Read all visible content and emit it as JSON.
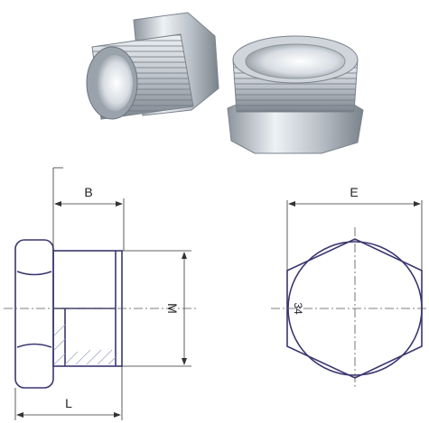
{
  "labels": {
    "b": "B",
    "e": "E",
    "l": "L",
    "m": "M",
    "hex_size": "34"
  },
  "colors": {
    "outline": "#3a3770",
    "dimension": "#333333",
    "metal_light": "#f2f4f6",
    "metal_mid": "#b9c0c8",
    "metal_dark": "#6f7780"
  }
}
